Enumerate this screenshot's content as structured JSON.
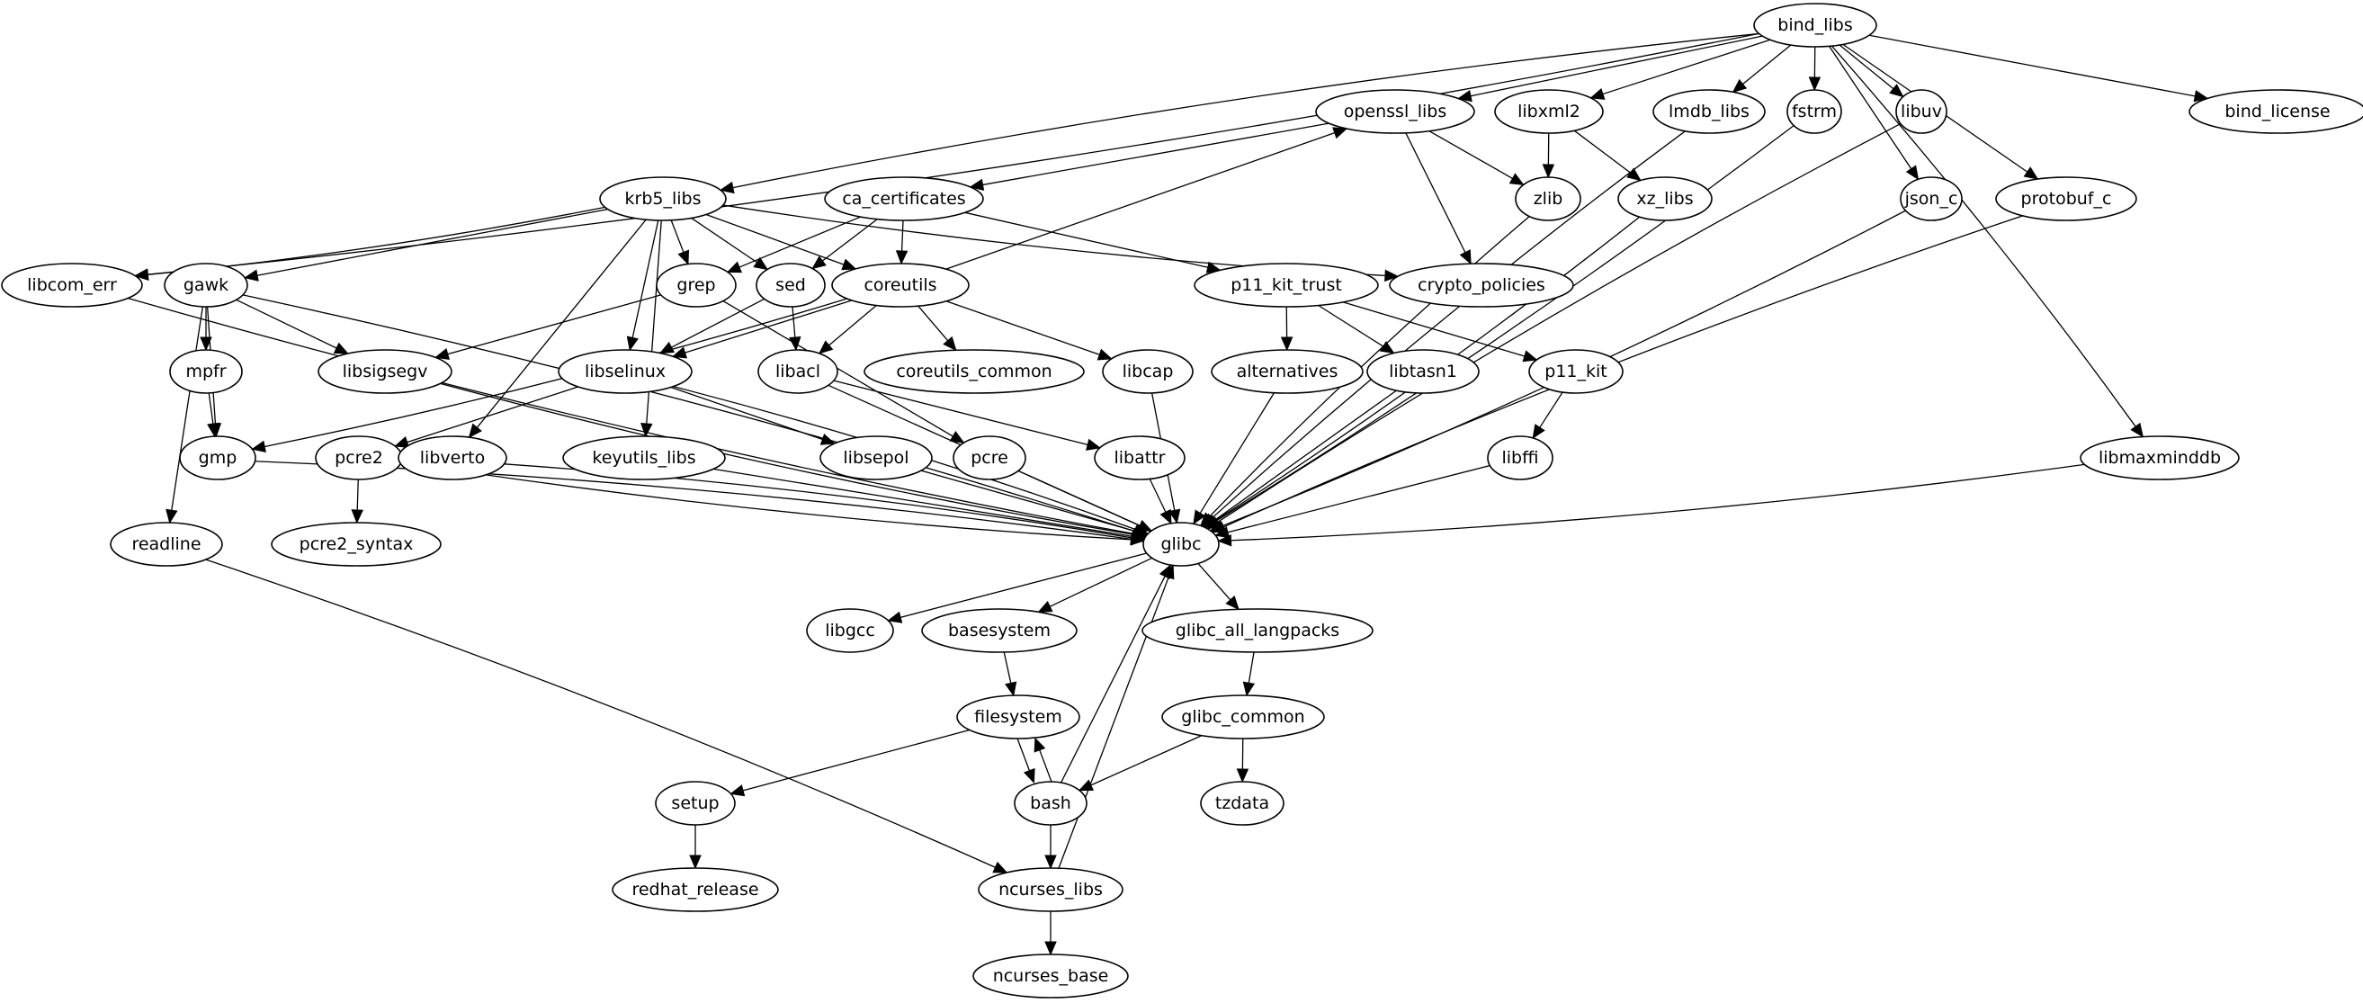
{
  "graph": {
    "type": "directed-dependency-graph",
    "root": "bind_libs",
    "nodes": [
      "bind_libs",
      "openssl_libs",
      "libxml2",
      "lmdb_libs",
      "fstrm",
      "libuv",
      "bind_license",
      "krb5_libs",
      "ca_certificates",
      "zlib",
      "xz_libs",
      "json_c",
      "protobuf_c",
      "libcom_err",
      "gawk",
      "grep",
      "sed",
      "coreutils",
      "p11_kit_trust",
      "crypto_policies",
      "mpfr",
      "libsigsegv",
      "libselinux",
      "libacl",
      "coreutils_common",
      "libcap",
      "alternatives",
      "libtasn1",
      "p11_kit",
      "gmp",
      "pcre2",
      "libverto",
      "keyutils_libs",
      "libsepol",
      "pcre",
      "libattr",
      "libffi",
      "libmaxminddb",
      "readline",
      "pcre2_syntax",
      "glibc",
      "libgcc",
      "basesystem",
      "glibc_all_langpacks",
      "filesystem",
      "glibc_common",
      "setup",
      "bash",
      "tzdata",
      "redhat_release",
      "ncurses_libs",
      "ncurses_base"
    ],
    "edges": [
      [
        "bind_libs",
        "openssl_libs"
      ],
      [
        "bind_libs",
        "libxml2"
      ],
      [
        "bind_libs",
        "lmdb_libs"
      ],
      [
        "bind_libs",
        "fstrm"
      ],
      [
        "bind_libs",
        "libuv"
      ],
      [
        "bind_libs",
        "bind_license"
      ],
      [
        "bind_libs",
        "json_c"
      ],
      [
        "bind_libs",
        "protobuf_c"
      ],
      [
        "bind_libs",
        "libmaxminddb"
      ],
      [
        "bind_libs",
        "krb5_libs"
      ],
      [
        "bind_libs",
        "libcom_err"
      ],
      [
        "openssl_libs",
        "ca_certificates"
      ],
      [
        "openssl_libs",
        "zlib"
      ],
      [
        "openssl_libs",
        "crypto_policies"
      ],
      [
        "libxml2",
        "zlib"
      ],
      [
        "libxml2",
        "xz_libs"
      ],
      [
        "krb5_libs",
        "libcom_err"
      ],
      [
        "krb5_libs",
        "gawk"
      ],
      [
        "krb5_libs",
        "grep"
      ],
      [
        "krb5_libs",
        "sed"
      ],
      [
        "krb5_libs",
        "coreutils"
      ],
      [
        "krb5_libs",
        "crypto_policies"
      ],
      [
        "krb5_libs",
        "libselinux"
      ],
      [
        "krb5_libs",
        "keyutils_libs"
      ],
      [
        "krb5_libs",
        "libverto"
      ],
      [
        "ca_certificates",
        "grep"
      ],
      [
        "ca_certificates",
        "sed"
      ],
      [
        "ca_certificates",
        "coreutils"
      ],
      [
        "ca_certificates",
        "p11_kit_trust"
      ],
      [
        "coreutils",
        "openssl_libs"
      ],
      [
        "coreutils",
        "libacl"
      ],
      [
        "coreutils",
        "coreutils_common"
      ],
      [
        "coreutils",
        "libcap"
      ],
      [
        "coreutils",
        "libselinux"
      ],
      [
        "coreutils",
        "gmp"
      ],
      [
        "gawk",
        "mpfr"
      ],
      [
        "gawk",
        "gmp"
      ],
      [
        "gawk",
        "libsigsegv"
      ],
      [
        "gawk",
        "readline"
      ],
      [
        "grep",
        "libsigsegv"
      ],
      [
        "grep",
        "pcre"
      ],
      [
        "sed",
        "libselinux"
      ],
      [
        "sed",
        "libacl"
      ],
      [
        "mpfr",
        "gmp"
      ],
      [
        "libselinux",
        "pcre2"
      ],
      [
        "libselinux",
        "libsepol"
      ],
      [
        "libacl",
        "libattr"
      ],
      [
        "p11_kit_trust",
        "alternatives"
      ],
      [
        "p11_kit_trust",
        "libtasn1"
      ],
      [
        "p11_kit_trust",
        "p11_kit"
      ],
      [
        "p11_kit",
        "libffi"
      ],
      [
        "pcre2",
        "pcre2_syntax"
      ],
      [
        "readline",
        "ncurses_libs"
      ],
      [
        "libcom_err",
        "glibc"
      ],
      [
        "gawk",
        "glibc"
      ],
      [
        "libsigsegv",
        "glibc"
      ],
      [
        "gmp",
        "glibc"
      ],
      [
        "pcre2",
        "glibc"
      ],
      [
        "libverto",
        "glibc"
      ],
      [
        "keyutils_libs",
        "glibc"
      ],
      [
        "libselinux",
        "glibc"
      ],
      [
        "libsepol",
        "glibc"
      ],
      [
        "pcre",
        "glibc"
      ],
      [
        "libacl",
        "glibc"
      ],
      [
        "libattr",
        "glibc"
      ],
      [
        "libcap",
        "glibc"
      ],
      [
        "alternatives",
        "glibc"
      ],
      [
        "libtasn1",
        "glibc"
      ],
      [
        "libffi",
        "glibc"
      ],
      [
        "zlib",
        "glibc"
      ],
      [
        "xz_libs",
        "glibc"
      ],
      [
        "lmdb_libs",
        "glibc"
      ],
      [
        "fstrm",
        "glibc"
      ],
      [
        "libuv",
        "glibc"
      ],
      [
        "json_c",
        "glibc"
      ],
      [
        "protobuf_c",
        "glibc"
      ],
      [
        "libmaxminddb",
        "glibc"
      ],
      [
        "bash",
        "glibc"
      ],
      [
        "ncurses_libs",
        "glibc"
      ],
      [
        "glibc",
        "libgcc"
      ],
      [
        "glibc",
        "basesystem"
      ],
      [
        "glibc",
        "glibc_all_langpacks"
      ],
      [
        "basesystem",
        "filesystem"
      ],
      [
        "glibc_all_langpacks",
        "glibc_common"
      ],
      [
        "filesystem",
        "setup"
      ],
      [
        "filesystem",
        "bash"
      ],
      [
        "bash",
        "filesystem"
      ],
      [
        "glibc_common",
        "bash"
      ],
      [
        "glibc_common",
        "tzdata"
      ],
      [
        "setup",
        "redhat_release"
      ],
      [
        "bash",
        "ncurses_libs"
      ],
      [
        "ncurses_libs",
        "ncurses_base"
      ]
    ]
  }
}
